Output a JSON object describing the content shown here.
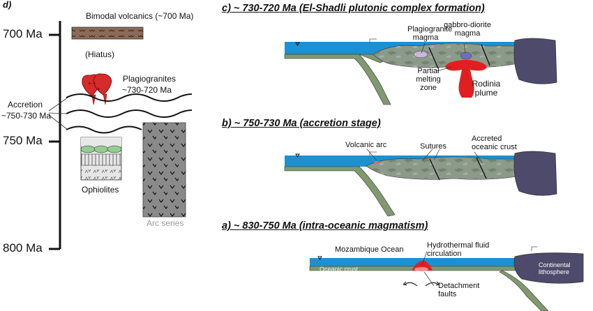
{
  "panel_d": {
    "letter": "d)",
    "ages": [
      "700 Ma",
      "750 Ma",
      "800 Ma"
    ],
    "bimodal": "Bimodal volcanics (~700 Ma)",
    "hiatus": "(Hiatus)",
    "plagiogranites": [
      "Plagiogranites",
      "~730-720 Ma"
    ],
    "accretion": [
      "Accretion",
      "~750-730 Ma"
    ],
    "ophiolites": "Ophiolites",
    "arc_series": "Arc series"
  },
  "panel_c": {
    "title": "c) ~ 730-720 Ma (El-Shadli plutonic complex formation)",
    "plagiogranite_magma": [
      "Plagiogranite",
      "magma"
    ],
    "gabbro_magma": [
      "gabbro-diorite",
      "magma"
    ],
    "partial_melting": [
      "Partial",
      "melting",
      "zone"
    ],
    "rodinia_plume": [
      "Rodinia",
      "plume"
    ]
  },
  "panel_b": {
    "title": "b) ~ 750-730 Ma (accretion stage)",
    "volcanic_arc": "Volcanic arc",
    "sutures": "Sutures",
    "accreted_crust": [
      "Accreted",
      "oceanic crust"
    ]
  },
  "panel_a": {
    "title": "a) ~ 830-750 Ma (intra-oceanic magmatism)",
    "ocean": "Mozambique Ocean",
    "hydrothermal": [
      "Hydrothermal fluid",
      "circulation"
    ],
    "oceanic_crust": "Oceanic crust",
    "detachment": [
      "Detachment",
      "faults"
    ],
    "continental": [
      "Continental",
      "lithosphere"
    ]
  },
  "colors": {
    "ocean": "#1e90d0",
    "crust": "#7f9a6e",
    "accreted": "#8c9a8a",
    "continent": "#4e4a6c",
    "magma": "#e02020",
    "plagiogranite": "#d62b2b",
    "bimodal": "#8a6a58",
    "arc_series": "#8a8a8a",
    "ophiolite_green": "#93cd8f"
  }
}
